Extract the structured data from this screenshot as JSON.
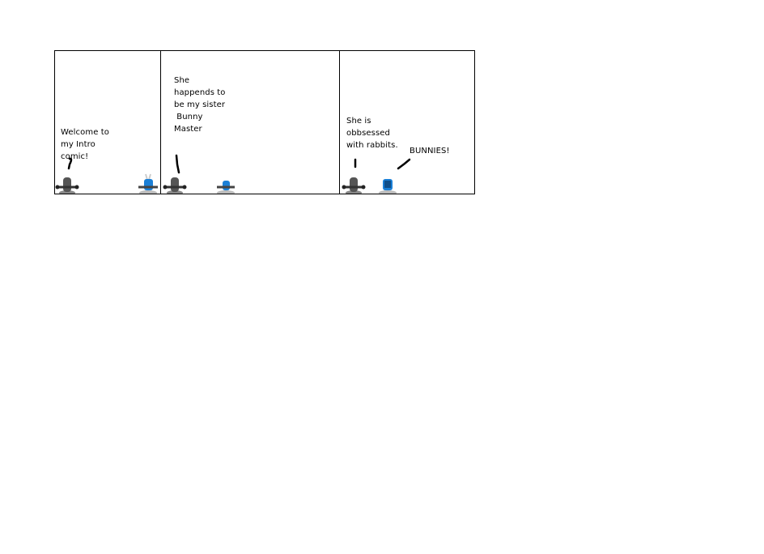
{
  "panels": [
    {
      "lines": [
        "Welcome to",
        "my Intro",
        "comic!"
      ]
    },
    {
      "lines": [
        "She",
        "happends to",
        "be my sister",
        " Bunny",
        "Master"
      ]
    },
    {
      "lines": [
        "She is",
        "obbsessed",
        "with rabbits."
      ],
      "shout": "BUNNIES!"
    }
  ],
  "colors": {
    "border": "#000000",
    "grey_char": "#555555",
    "blue_char": "#1a7fd6"
  }
}
